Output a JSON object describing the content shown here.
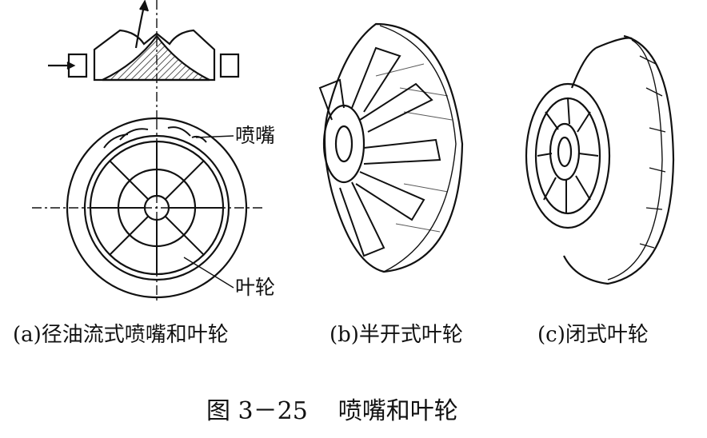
{
  "labels": {
    "nozzle": "喷嘴",
    "impeller": "叶轮"
  },
  "captions": {
    "a": "(a)径油流式喷嘴和叶轮",
    "b": "(b)半开式叶轮",
    "c": "(c)闭式叶轮"
  },
  "figure_caption": {
    "number": "图 3－25",
    "title": "喷嘴和叶轮"
  }
}
